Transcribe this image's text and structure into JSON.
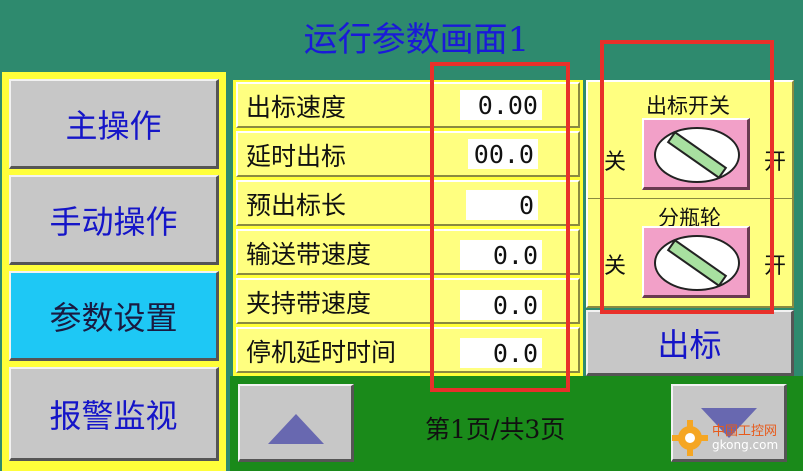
{
  "title": "运行参数画面1",
  "sidebar": {
    "items": [
      {
        "label": "主操作"
      },
      {
        "label": "手动操作"
      },
      {
        "label": "参数设置"
      },
      {
        "label": "报警监视"
      }
    ],
    "active_index": 2
  },
  "params": {
    "rows": [
      {
        "label": "出标速度",
        "value": "0.00"
      },
      {
        "label": "延时出标",
        "value": "00.0"
      },
      {
        "label": "预出标长",
        "value": "0"
      },
      {
        "label": "输送带速度",
        "value": "0.0"
      },
      {
        "label": "夹持带速度",
        "value": "0.0"
      },
      {
        "label": "停机延时时间",
        "value": "0.0"
      }
    ]
  },
  "switches": {
    "items": [
      {
        "title": "出标开关",
        "off_label": "关",
        "on_label": "开",
        "state": "off"
      },
      {
        "title": "分瓶轮",
        "off_label": "关",
        "on_label": "开",
        "state": "off"
      }
    ]
  },
  "out_button": {
    "label": "出标"
  },
  "pagination": {
    "text": "第1页/共3页",
    "current": 1,
    "total": 3
  },
  "watermark": {
    "line1": "中国工控网",
    "line2": "gkong.com"
  },
  "colors": {
    "background": "#2e8a6e",
    "title": "#1a1ad8",
    "panel_yellow": "#ffff3a",
    "cell_yellow": "#ffff80",
    "button_gray": "#c7c7c7",
    "active_cyan": "#1ec8f5",
    "switch_pink": "#f2a0c8",
    "bottom_green": "#1a8a1a",
    "highlight_red": "#e8302a"
  },
  "icons": {
    "page_up": "triangle-up-icon",
    "page_down": "triangle-down-icon",
    "switch": "rotary-switch-icon"
  }
}
